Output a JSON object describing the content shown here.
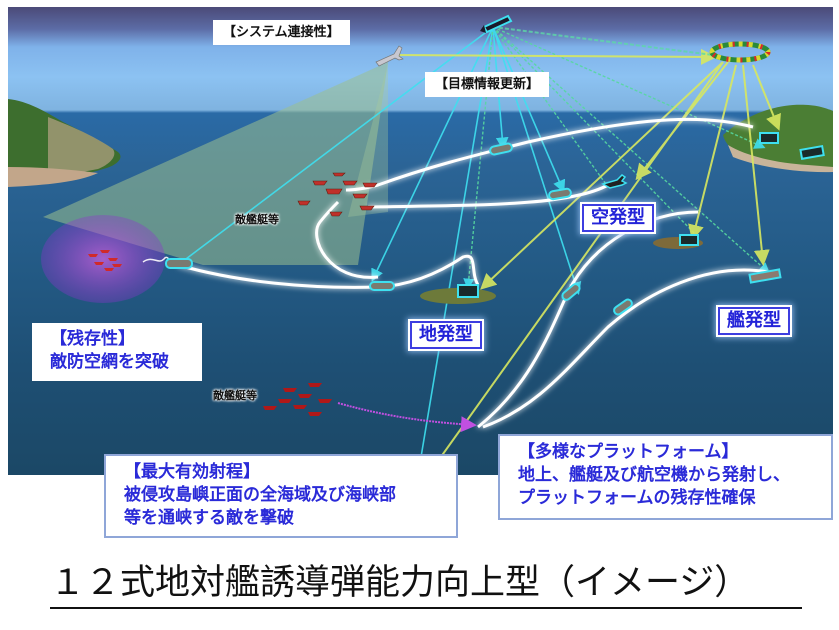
{
  "diagram": {
    "labels": {
      "system_connectivity": "【システム連接性】",
      "target_info_update": "【目標情報更新】",
      "enemy_ships_upper": "敵艦艇等",
      "enemy_ships_lower": "敵艦艇等"
    },
    "launch_types": {
      "ground": "地発型",
      "air": "空発型",
      "ship": "艦発型"
    },
    "callouts": {
      "survivability": {
        "heading": "【残存性】",
        "lines": [
          "敵防空網を突破"
        ]
      },
      "max_range": {
        "heading": "【最大有効射程】",
        "lines": [
          "被侵攻島嶼正面の全海域及び海峡部",
          "等を通峡する敵を撃破"
        ]
      },
      "platforms": {
        "heading": "【多様なプラットフォーム】",
        "lines": [
          "地上、艦艇及び航空機から発射し、",
          "プラットフォームの残存性確保"
        ]
      }
    },
    "icons": {
      "satellite": "satellite-icon",
      "aircraft": "aircraft-icon",
      "command_ring": "command-network-ring-icon",
      "missile": "missile-icon",
      "launcher": "launcher-icon",
      "enemy_ship": "enemy-ship-icon"
    },
    "colors": {
      "flight_path": "#ffffff",
      "data_link_cyan": "#3ee0f0",
      "data_link_yellow": "#d8e860",
      "sensor_cone": "#8fb884",
      "jamming_zone": "#b04ad8",
      "enemy_ship": "#c0202a",
      "callout_text": "#2a2ad8"
    }
  },
  "caption": {
    "title": "１２式地対艦誘導弾能力向上型（イメージ）"
  }
}
